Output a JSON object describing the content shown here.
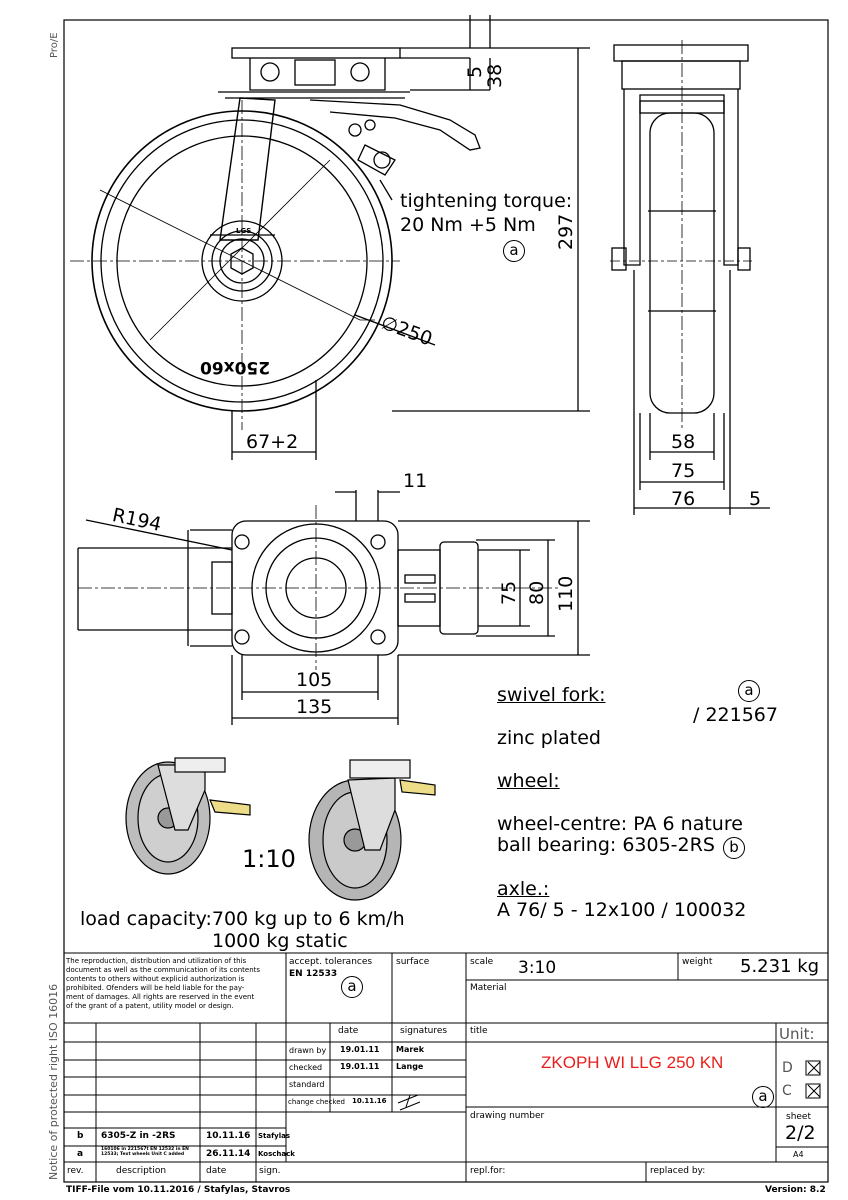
{
  "margin": {
    "left_top": "Pro/E",
    "left_bottom": "Notice of protected right ISO 16016"
  },
  "drawing": {
    "side_view": {
      "marking_lgs": "LGS",
      "marking_size": "250x60",
      "dim_5": "5",
      "dim_38": "38",
      "dim_297": "297",
      "dim_diameter": "∅250",
      "dim_67": "67+2",
      "tightening_1": "tightening torque:",
      "tightening_2": "20 Nm +5 Nm",
      "tightening_ref": "a"
    },
    "front_view": {
      "dim_58": "58",
      "dim_75": "75",
      "dim_76": "76",
      "dim_5": "5"
    },
    "top_view": {
      "dim_r194": "R194",
      "dim_11": "11",
      "dim_75": "75",
      "dim_80": "80",
      "dim_110": "110",
      "dim_105": "105",
      "dim_135": "135"
    },
    "scale_label": "1:10"
  },
  "notes": {
    "swivel_fork_heading": "swivel fork:",
    "swivel_ref": "a",
    "swivel_number": "/ 221567",
    "zinc": "zinc plated",
    "wheel_heading": "wheel:",
    "wheel_centre": "wheel-centre: PA 6 nature",
    "ball_bearing": "ball bearing: 6305-2RS",
    "bearing_ref": "b",
    "axle_heading": "axle.:",
    "axle_text": "A 76/ 5 - 12x100 / 100032",
    "load_1": "load capacity:700 kg up to 6 km/h",
    "load_2": "1000 kg static"
  },
  "title_block": {
    "copyright": [
      "The reproduction, distribution and utilization of this",
      "document as well as the communication of its contents",
      "contents to others without explicid authorization is",
      "prohibited. Ofenders will be held liable for the pay-",
      "ment of damages. All rights are reserved in the event",
      "of the grant of a patent, utility model or design."
    ],
    "tolerances_label": "accept. tolerances",
    "tolerances_value": "EN 12533",
    "tolerances_ref": "a",
    "surface_label": "surface",
    "scale_label": "scale",
    "scale_value": "3:10",
    "weight_label": "weight",
    "weight_value": "5.231 kg",
    "material_label": "Material",
    "date_header": "date",
    "signatures_header": "signatures",
    "title_label": "title",
    "unit_label": "Unit:",
    "drawn_by_label": "drawn by",
    "drawn_by_date": "19.01.11",
    "drawn_by_sig": "Marek",
    "checked_label": "checked",
    "checked_date": "19.01.11",
    "checked_sig": "Lange",
    "standard_label": "standard",
    "change_label": "change checked",
    "change_date": "10.11.16",
    "title_value": "ZKOPH WI LLG 250 KN",
    "title_color": "#e8201c",
    "title_ref": "a",
    "unit_d": "D",
    "unit_c": "C",
    "unit_x": "X",
    "drawing_number_label": "drawing number",
    "sheet_label": "sheet",
    "sheet_value": "2/2",
    "sheet_format": "A4",
    "revisions": [
      {
        "rev": "b",
        "desc": "6305-Z in -2RS",
        "date": "10.11.16",
        "sign": "Stafylas"
      },
      {
        "rev": "a",
        "desc": "160106 in 221567t EN 12532 in EN 12533; Text wheels Unit C added",
        "date": "26.11.14",
        "sign": "Koschack"
      }
    ],
    "rev_label": "rev.",
    "description_label": "description",
    "date_label": "date",
    "sign_label": "sign.",
    "repl_for_label": "repl.for:",
    "replaced_by_label": "replaced by:"
  },
  "footer": {
    "left": "TIFF-File vom 10.11.2016 / Stafylas, Stavros",
    "right": "Version: 8.2"
  }
}
